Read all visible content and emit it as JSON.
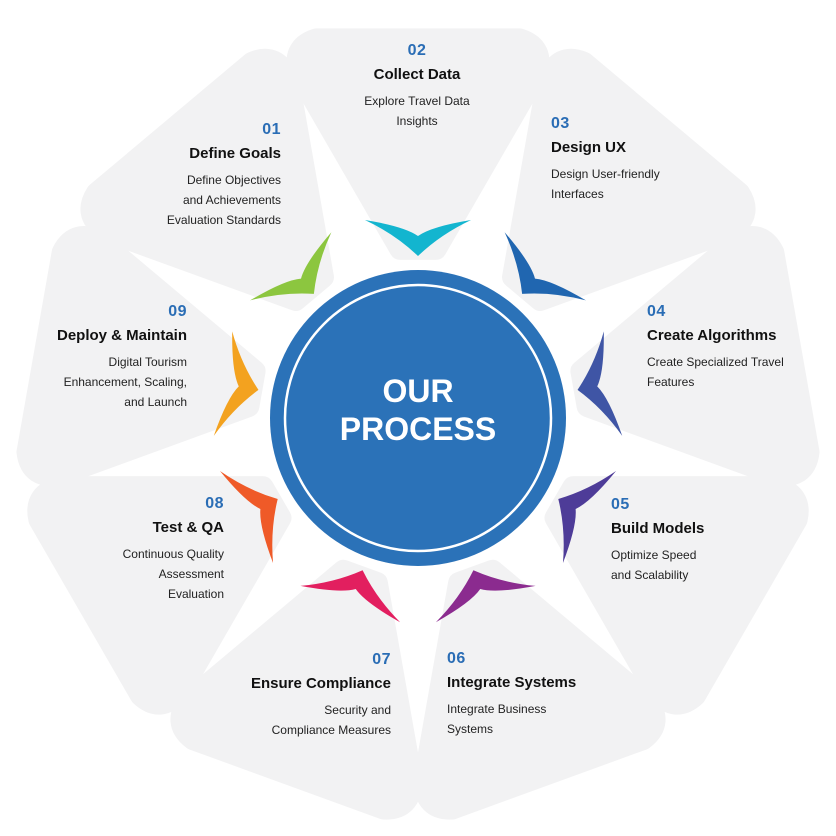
{
  "center": {
    "line1": "OUR",
    "line2": "PROCESS"
  },
  "colors": {
    "petal": "#f2f2f3",
    "circle_fill": "#2b72b8",
    "circle_ring": "#ffffff",
    "number": "#2a6db5"
  },
  "steps": [
    {
      "number": "01",
      "title": "Define Goals",
      "desc": [
        "Define Objectives",
        "and Achievements",
        "Evaluation Standards"
      ],
      "color": "#8cc63f"
    },
    {
      "number": "02",
      "title": "Collect Data",
      "desc": [
        "Explore Travel Data",
        "Insights"
      ],
      "color": "#13b5cf"
    },
    {
      "number": "03",
      "title": "Design UX",
      "desc": [
        "Design User-friendly",
        "Interfaces"
      ],
      "color": "#2066b0"
    },
    {
      "number": "04",
      "title": "Create Algorithms",
      "desc": [
        "Create Specialized Travel",
        "Features"
      ],
      "color": "#3f55a5"
    },
    {
      "number": "05",
      "title": "Build Models",
      "desc": [
        "Optimize Speed",
        "and Scalability"
      ],
      "color": "#4e3c98"
    },
    {
      "number": "06",
      "title": "Integrate Systems",
      "desc": [
        "Integrate Business",
        "Systems"
      ],
      "color": "#8b2b8f"
    },
    {
      "number": "07",
      "title": "Ensure Compliance",
      "desc": [
        "Security and",
        "Compliance Measures"
      ],
      "color": "#e21f5f"
    },
    {
      "number": "08",
      "title": "Test & QA",
      "desc": [
        "Continuous Quality",
        "Assessment",
        "Evaluation"
      ],
      "color": "#ef5a28"
    },
    {
      "number": "09",
      "title": "Deploy & Maintain",
      "desc": [
        "Digital Tourism",
        "Enhancement, Scaling,",
        "and Launch"
      ],
      "color": "#f3a21f"
    }
  ]
}
